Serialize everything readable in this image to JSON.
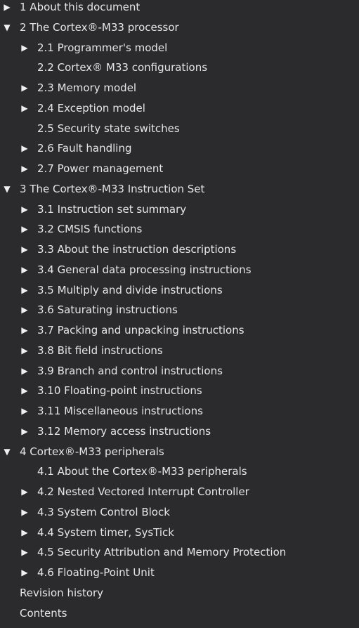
{
  "toc": {
    "items": [
      {
        "label": "1 About this document",
        "level": 1,
        "toggle": "collapsed"
      },
      {
        "label": "2 The Cortex®-M33 processor",
        "level": 1,
        "toggle": "expanded"
      },
      {
        "label": "2.1 Programmer's model",
        "level": 2,
        "toggle": "collapsed"
      },
      {
        "label": "2.2 Cortex® M33 configurations",
        "level": 2,
        "toggle": "none"
      },
      {
        "label": "2.3 Memory model",
        "level": 2,
        "toggle": "collapsed"
      },
      {
        "label": "2.4 Exception model",
        "level": 2,
        "toggle": "collapsed"
      },
      {
        "label": "2.5 Security state switches",
        "level": 2,
        "toggle": "none"
      },
      {
        "label": "2.6 Fault handling",
        "level": 2,
        "toggle": "collapsed"
      },
      {
        "label": "2.7 Power management",
        "level": 2,
        "toggle": "collapsed"
      },
      {
        "label": "3 The Cortex®-M33 Instruction Set",
        "level": 1,
        "toggle": "expanded"
      },
      {
        "label": "3.1 Instruction set summary",
        "level": 2,
        "toggle": "collapsed"
      },
      {
        "label": "3.2 CMSIS functions",
        "level": 2,
        "toggle": "collapsed"
      },
      {
        "label": "3.3 About the instruction descriptions",
        "level": 2,
        "toggle": "collapsed"
      },
      {
        "label": "3.4 General data processing instructions",
        "level": 2,
        "toggle": "collapsed"
      },
      {
        "label": "3.5 Multiply and divide instructions",
        "level": 2,
        "toggle": "collapsed"
      },
      {
        "label": "3.6 Saturating instructions",
        "level": 2,
        "toggle": "collapsed"
      },
      {
        "label": "3.7 Packing and unpacking instructions",
        "level": 2,
        "toggle": "collapsed"
      },
      {
        "label": "3.8 Bit field instructions",
        "level": 2,
        "toggle": "collapsed"
      },
      {
        "label": "3.9 Branch and control instructions",
        "level": 2,
        "toggle": "collapsed"
      },
      {
        "label": "3.10 Floating-point instructions",
        "level": 2,
        "toggle": "collapsed"
      },
      {
        "label": "3.11 Miscellaneous instructions",
        "level": 2,
        "toggle": "collapsed"
      },
      {
        "label": "3.12 Memory access instructions",
        "level": 2,
        "toggle": "collapsed"
      },
      {
        "label": "4 Cortex®-M33 peripherals",
        "level": 1,
        "toggle": "expanded"
      },
      {
        "label": "4.1 About the Cortex®-M33 peripherals",
        "level": 2,
        "toggle": "none"
      },
      {
        "label": "4.2 Nested Vectored Interrupt Controller",
        "level": 2,
        "toggle": "collapsed"
      },
      {
        "label": "4.3 System Control Block",
        "level": 2,
        "toggle": "collapsed"
      },
      {
        "label": "4.4 System timer, SysTick",
        "level": 2,
        "toggle": "collapsed"
      },
      {
        "label": "4.5 Security Attribution and Memory Protection",
        "level": 2,
        "toggle": "collapsed"
      },
      {
        "label": "4.6 Floating-Point Unit",
        "level": 2,
        "toggle": "collapsed"
      },
      {
        "label": "Revision history",
        "level": 1,
        "toggle": "none"
      },
      {
        "label": "Contents",
        "level": 1,
        "toggle": "none"
      }
    ]
  },
  "icons": {
    "collapsed": "triangle-right-icon",
    "expanded": "triangle-down-icon"
  },
  "colors": {
    "background": "#2b2b2e",
    "text": "#e6e6e6"
  }
}
